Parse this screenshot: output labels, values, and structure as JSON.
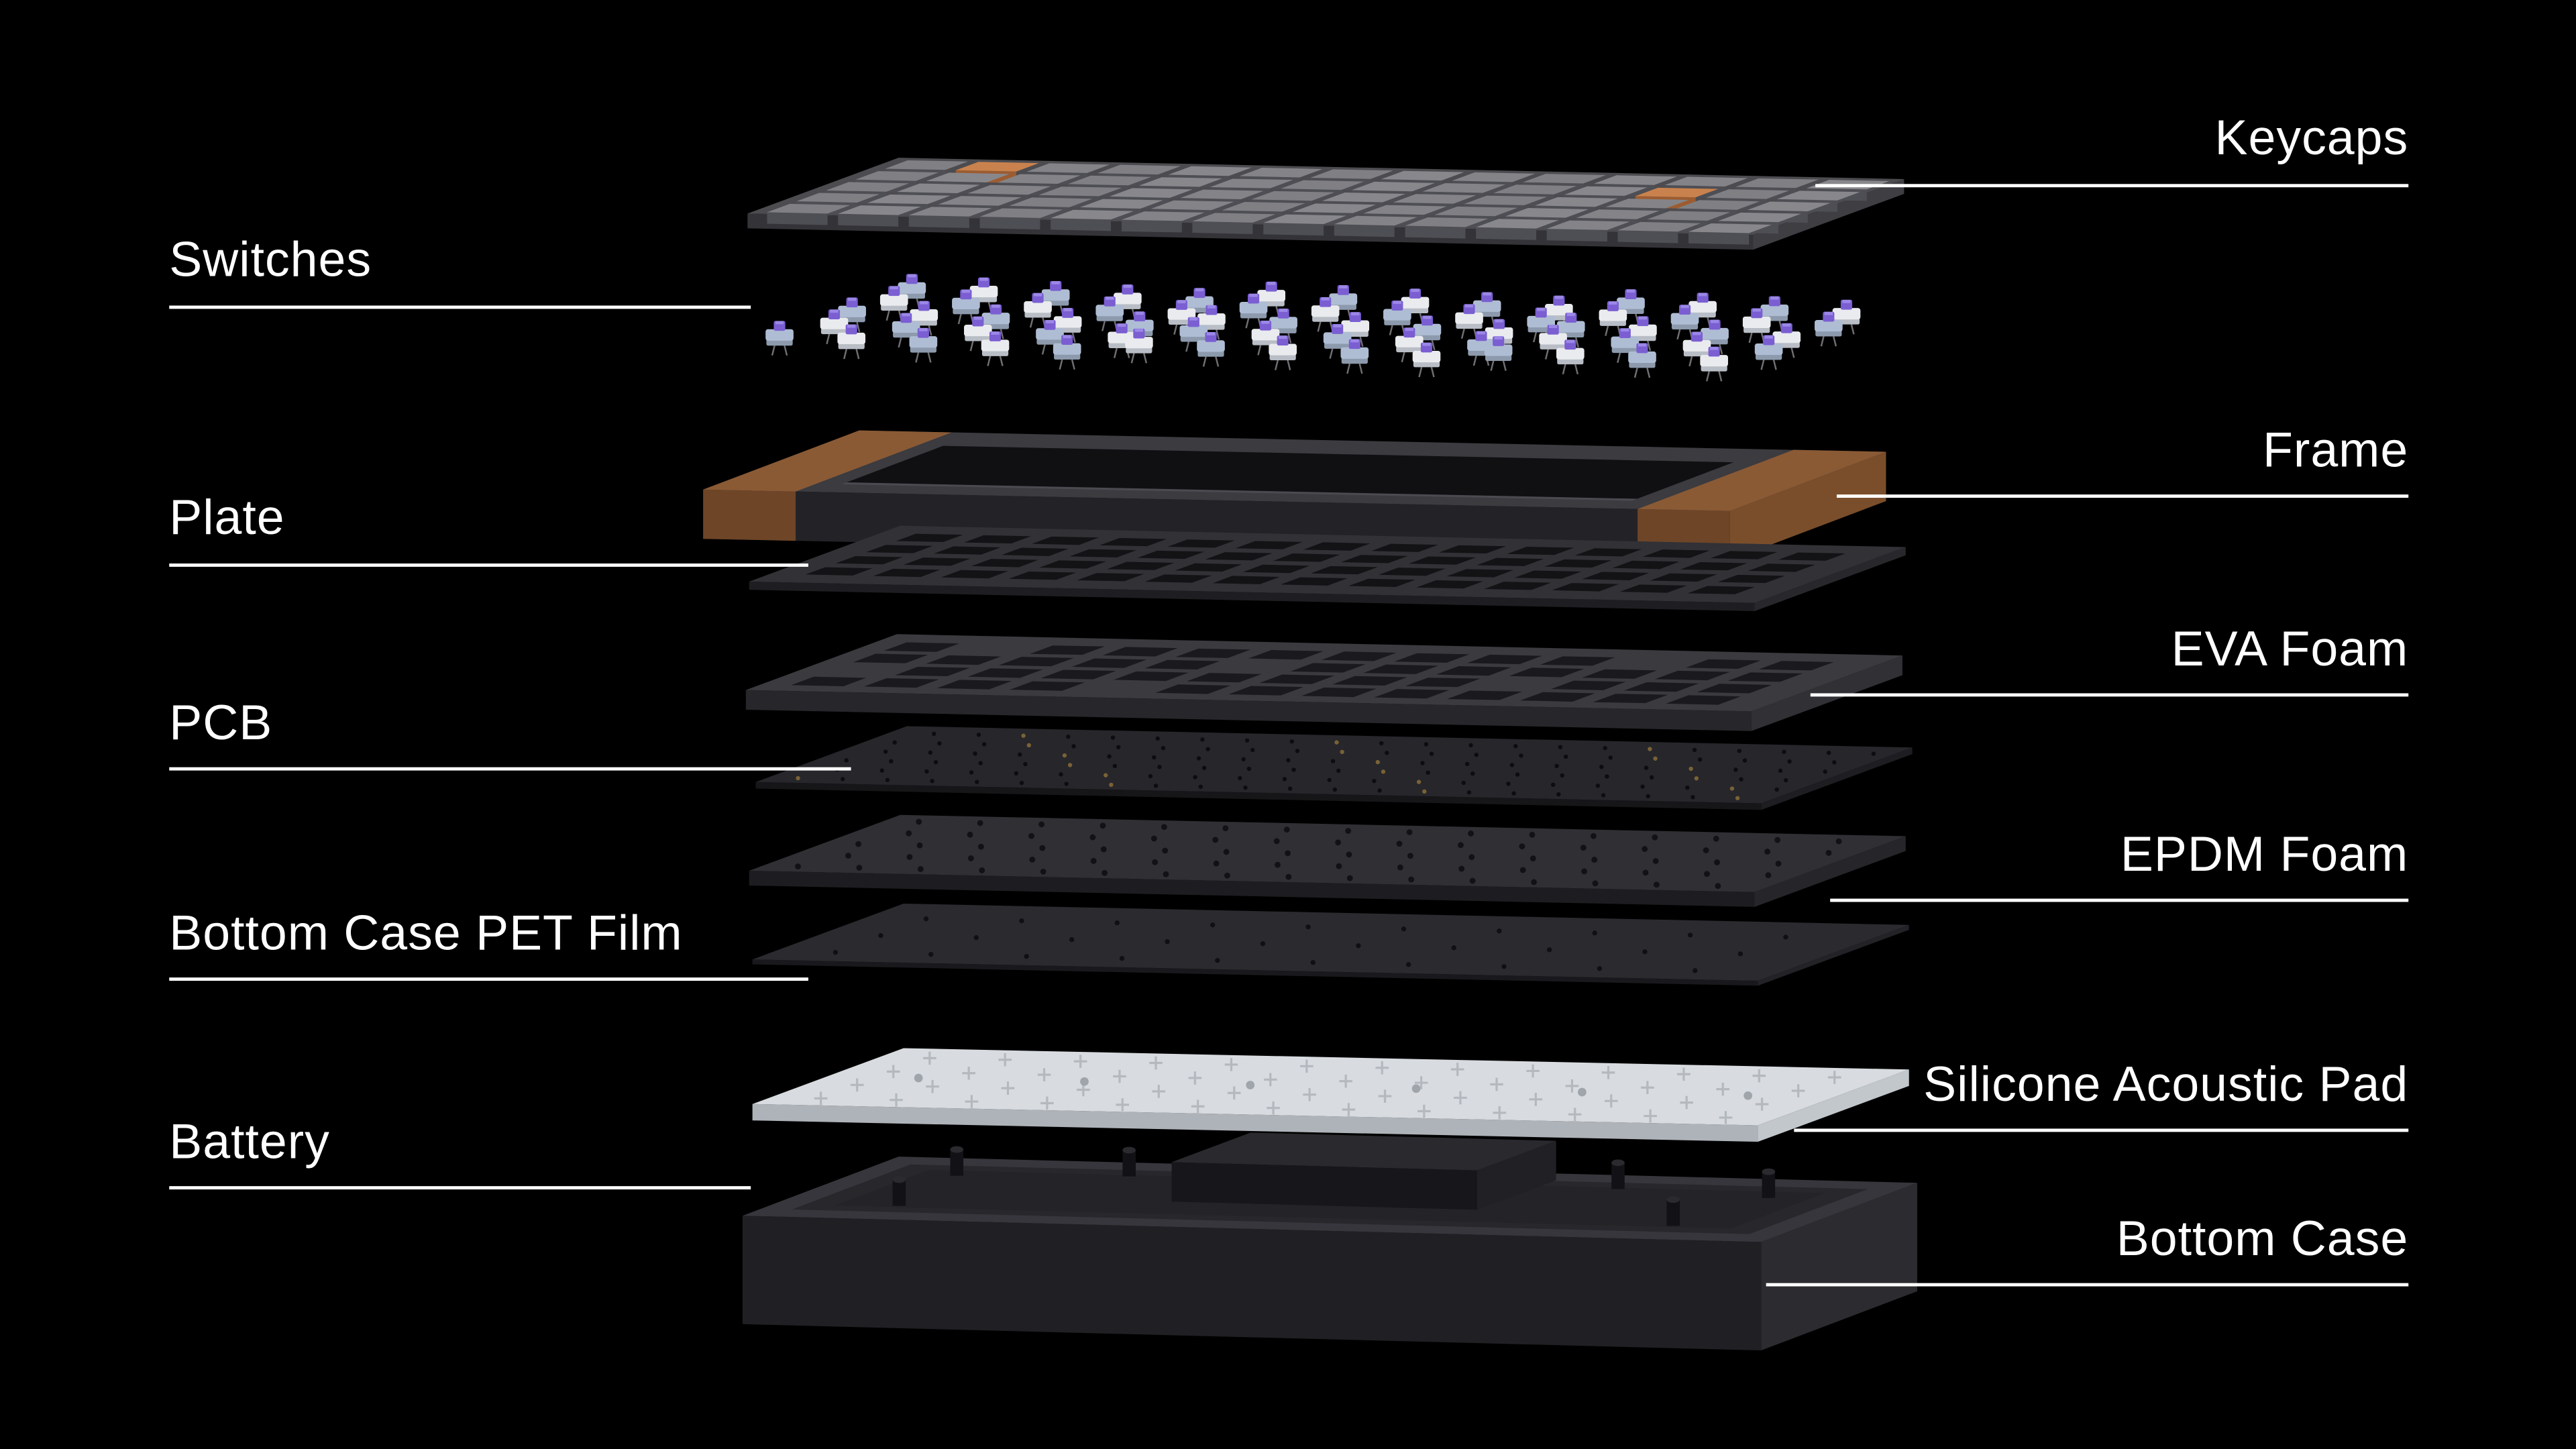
{
  "scene": {
    "background": "#000000",
    "text_color": "#ffffff",
    "line_color": "#ffffff"
  },
  "colors": {
    "wood": "#8a5a35",
    "wood_mid": "#7a4e2b",
    "wood_dark": "#6e4527",
    "switch_purple": "#7a5ed2",
    "switch_purple_hi": "#9b87e6",
    "switch_blue": "#aebdd3",
    "switch_white": "#e9ebee",
    "accent_orange": "#c9824d",
    "pad_light": "#d8dbdf",
    "frame_dark": "#3b3b40",
    "case_dark": "#36363c"
  },
  "labels": {
    "left": [
      {
        "id": "switches",
        "text": "Switches"
      },
      {
        "id": "plate",
        "text": "Plate"
      },
      {
        "id": "pcb",
        "text": "PCB"
      },
      {
        "id": "pet",
        "text": "Bottom Case PET Film"
      },
      {
        "id": "battery",
        "text": "Battery"
      }
    ],
    "right": [
      {
        "id": "keycaps",
        "text": "Keycaps"
      },
      {
        "id": "frame",
        "text": "Frame"
      },
      {
        "id": "eva",
        "text": "EVA Foam"
      },
      {
        "id": "epdm",
        "text": "EPDM Foam"
      },
      {
        "id": "silicone",
        "text": "Silicone Acoustic Pad"
      },
      {
        "id": "bottomcase",
        "text": "Bottom Case"
      }
    ]
  },
  "layers": [
    "Keycaps",
    "Switches",
    "Frame",
    "Plate",
    "EVA Foam",
    "PCB",
    "EPDM Foam",
    "Bottom Case PET Film",
    "Silicone Acoustic Pad",
    "Battery",
    "Bottom Case"
  ]
}
